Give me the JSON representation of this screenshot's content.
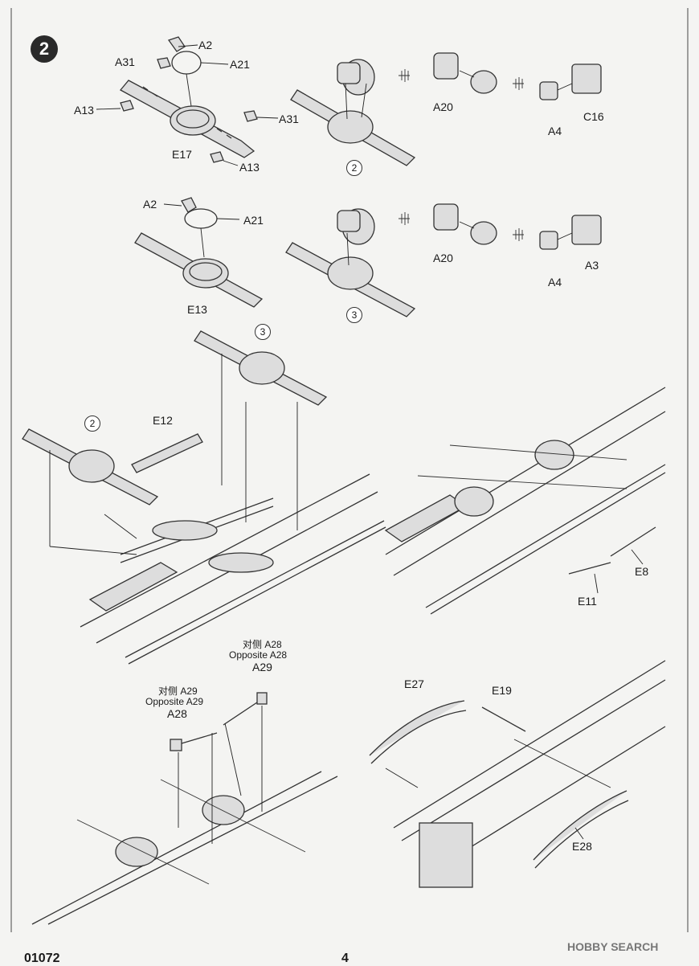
{
  "page": {
    "step_number": "2",
    "model_code": "01072",
    "page_number": "4",
    "watermark": "HOBBY SEARCH"
  },
  "callouts": {
    "s1_a2": "A2",
    "s1_a31_left": "A31",
    "s1_a21": "A21",
    "s1_a13_left": "A13",
    "s1_a31_right": "A31",
    "s1_e17": "E17",
    "s1_a13_bottom": "A13",
    "s1_ref2": "2",
    "s1_a20": "A20",
    "s1_a4": "A4",
    "s1_c16": "C16",
    "s2_a2": "A2",
    "s2_a21": "A21",
    "s2_e13": "E13",
    "s2_ref3": "3",
    "s2_a20": "A20",
    "s2_a4": "A4",
    "s2_a3": "A3",
    "s3_ref3": "3",
    "s3_ref2": "2",
    "s3_e12": "E12",
    "s3_e8": "E8",
    "s3_e11": "E11",
    "s4_right_jp": "对侧 A28",
    "s4_right_en": "Opposite  A28",
    "s4_right_part": "A29",
    "s4_left_jp": "对侧 A29",
    "s4_left_en": "Opposite  A29",
    "s4_left_part": "A28",
    "s4_e27": "E27",
    "s4_e19": "E19",
    "s4_e28": "E28"
  }
}
